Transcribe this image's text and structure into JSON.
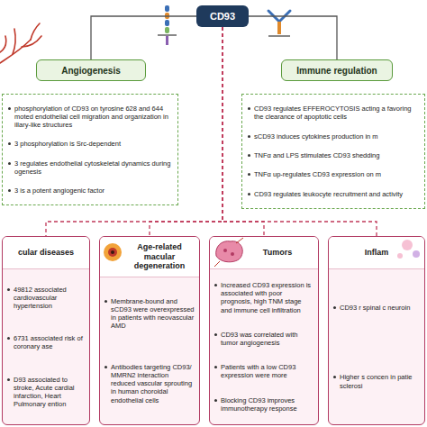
{
  "diagram": {
    "nodes": [
      {
        "text": [
          "CD93"
        ]
      },
      {
        "text": [
          "Angiogenesis"
        ]
      },
      {
        "text": [
          "Immune regulation"
        ]
      },
      {
        "text": [
          "phosphorylation of CD93 on tyrosine 628 and 644 moted endothelial cell migration and organization in illary-like structures",
          "3 phosphorylation is Src-dependent",
          "3 regulates endothelial cytoskeletal dynamics during ogenesis",
          "3 is a potent angiogenic factor"
        ]
      },
      {
        "text": [
          "CD93 regulates EFFEROCYTOSIS acting a favoring the clearance of apoptotic cells",
          "sCD93 induces cytokines production in m",
          "TNFα and LPS stimulates CD93 shedding",
          "TNFα up-regulates CD93 expression on m",
          "CD93 regulates leukocyte recruitment and activity"
        ]
      },
      {
        "text": [
          "cular diseases",
          "49812 associated cardiovascular hypertension",
          "6731 associated risk of coronary ase",
          "D93 associated to stroke, Acute cardial infarction, Heart Pulmonary ention"
        ]
      },
      {
        "text": [
          "Age-related macular degeneration",
          "Membrane-bound and sCD93 were overexpressed in patients with neovascular AMD",
          "Antibodies targeting CD93/ MMRN2 interaction reduced vascular sprouting in human choroidal endothelial cells"
        ]
      },
      {
        "text": [
          "Tumors",
          "Increased CD93 expression is associated with poor prognosis, high TNM stage and immune cell infiltration",
          "CD93 was correlated with tumor angiogenesis",
          "Patients with a low CD93 expression were more",
          "Blocking CD93 improves immunotherapy response"
        ]
      },
      {
        "text": [
          "Inflam",
          "CD93 r spinal c neuroin",
          "Higher s concen in patie sclerosi"
        ]
      }
    ],
    "edges": [
      {
        "from": 0,
        "to": 1,
        "arrow": "none"
      },
      {
        "from": 0,
        "to": 2,
        "arrow": "none"
      },
      {
        "from": 0,
        "to": 5,
        "arrow": "none"
      },
      {
        "from": 0,
        "to": 6,
        "arrow": "none"
      },
      {
        "from": 0,
        "to": 7,
        "arrow": "none"
      },
      {
        "from": 0,
        "to": 8,
        "arrow": "none"
      }
    ]
  }
}
